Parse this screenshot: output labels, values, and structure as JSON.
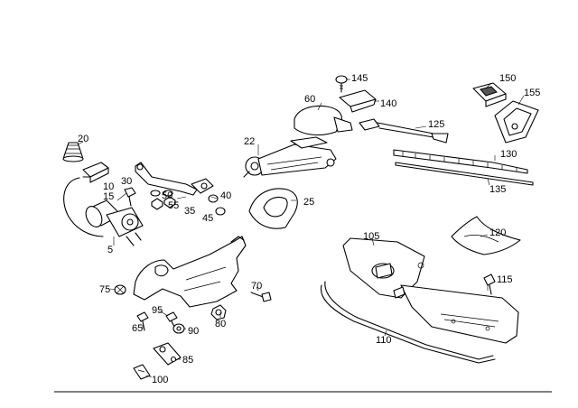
{
  "diagram": {
    "callouts": {
      "c5": "5",
      "c10": "10",
      "c15": "15",
      "c20": "20",
      "c22": "22",
      "c25": "25",
      "c30": "30",
      "c35": "35",
      "c40": "40",
      "c45": "45",
      "c50": "50",
      "c55": "55",
      "c60": "60",
      "c65": "65",
      "c70": "70",
      "c75": "75",
      "c80": "80",
      "c85": "85",
      "c90": "90",
      "c95": "95",
      "c100": "100",
      "c105": "105",
      "c110": "110",
      "c115": "115",
      "c120": "120",
      "c125": "125",
      "c130": "130",
      "c135": "135",
      "c140": "140",
      "c145": "145",
      "c150": "150",
      "c155": "155"
    }
  }
}
